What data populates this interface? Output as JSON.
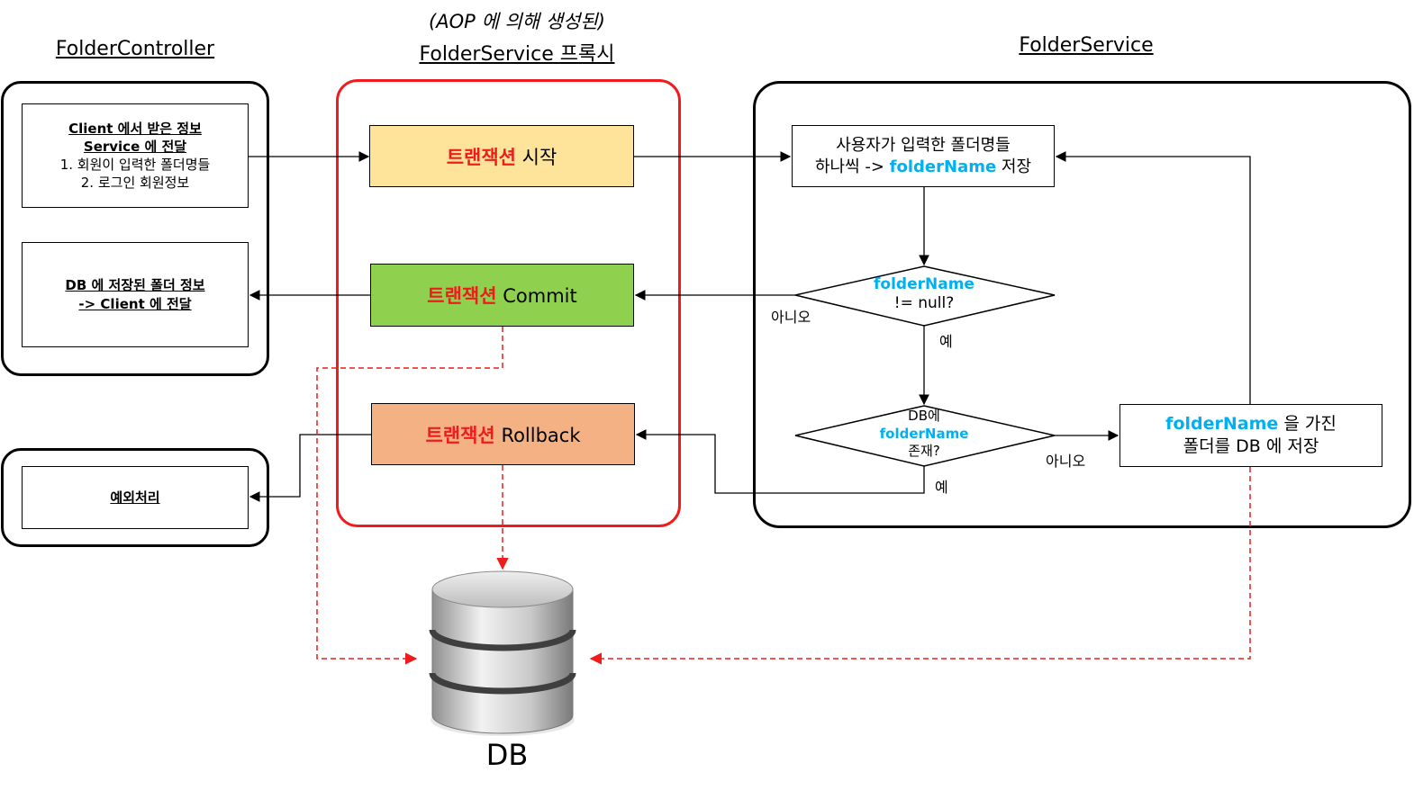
{
  "titles": {
    "controller": "FolderController",
    "proxy_sub": "(AOP 에 의해 생성된)",
    "proxy": "FolderService 프록시",
    "service": "FolderService"
  },
  "controller": {
    "request_box": {
      "line1": "Client 에서 받은 정보",
      "line2": "Service 에 전달",
      "item1": "1. 회원이 입력한 폴더명들",
      "item2": "2. 로그인 회원정보"
    },
    "response_box": {
      "line1": "DB 에 저장된 폴더 정보",
      "line2": "-> Client 에 전달"
    },
    "exception_box": "예외처리"
  },
  "proxy": {
    "tx_word": "트랜잭션",
    "start": "시작",
    "commit": "Commit",
    "rollback": "Rollback"
  },
  "service": {
    "input_box": {
      "line1": "사용자가 입력한 폴더명들",
      "line2_pre": "하나씩 -> ",
      "line2_var": "folderName",
      "line2_post": " 저장"
    },
    "decision1": {
      "var": "folderName",
      "cond": "!= null?"
    },
    "decision2": {
      "pre": "DB에",
      "var": "folderName",
      "post": "존재?"
    },
    "save_box": {
      "var": "folderName",
      "line1_post": " 을 가진",
      "line2": "폴더를 DB 에 저장"
    },
    "labels": {
      "no1": "아니오",
      "yes1": "예",
      "no2": "아니오",
      "yes2": "예"
    }
  },
  "db": {
    "label": "DB"
  },
  "colors": {
    "start_fill": "#fde49a",
    "commit_fill": "#8fd14f",
    "rollback_fill": "#f4b183",
    "proxy_border": "#ee1c1c",
    "var_blue": "#00b0f0",
    "dashed_red": "#ee1c1c"
  }
}
